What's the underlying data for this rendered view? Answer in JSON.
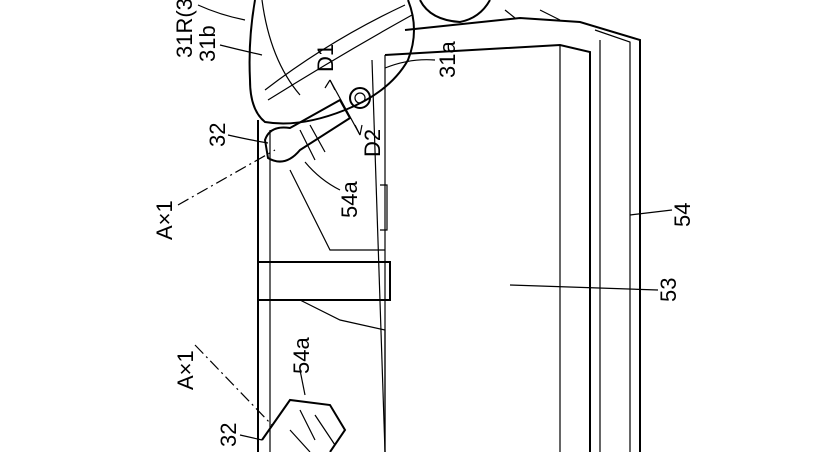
{
  "figure": {
    "labels": {
      "part_31r": "31R(3",
      "part_31b": "31b",
      "part_31a": "31a",
      "direction_d1": "D1",
      "direction_d2": "D2",
      "part_32_top": "32",
      "part_54a_top": "54a",
      "axis_a1_top": "A×1",
      "part_54": "54",
      "part_53": "53",
      "axis_a1_bottom": "A×1",
      "part_54a_bottom": "54a",
      "part_32_bottom": "32"
    }
  }
}
